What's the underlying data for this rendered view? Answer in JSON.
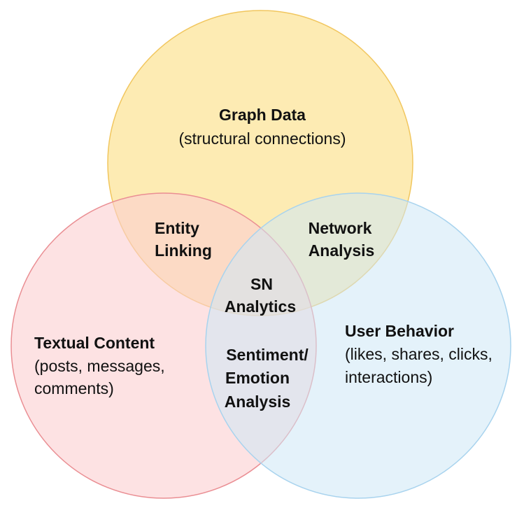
{
  "circles": {
    "graph": {
      "title": "Graph Data",
      "subtitle": "(structural connections)",
      "fill": "#fde7a6",
      "stroke": "#f1c65e"
    },
    "text": {
      "title": "Textual Content",
      "subtitle_line1": "(posts, messages,",
      "subtitle_line2": "comments)",
      "fill": "#fbcfd1",
      "stroke": "#ea8e93"
    },
    "behavior": {
      "title": "User Behavior",
      "subtitle_line1": "(likes, shares, clicks,",
      "subtitle_line2": "interactions)",
      "fill": "#cde7f6",
      "stroke": "#a8d3ee"
    }
  },
  "intersections": {
    "graph_text": {
      "line1": "Entity",
      "line2": "Linking"
    },
    "graph_behavior": {
      "line1": "Network",
      "line2": "Analysis"
    },
    "text_behavior": {
      "line1": "Sentiment/",
      "line2": "Emotion",
      "line3": "Analysis"
    },
    "all": {
      "line1": "SN",
      "line2": "Analytics"
    }
  }
}
